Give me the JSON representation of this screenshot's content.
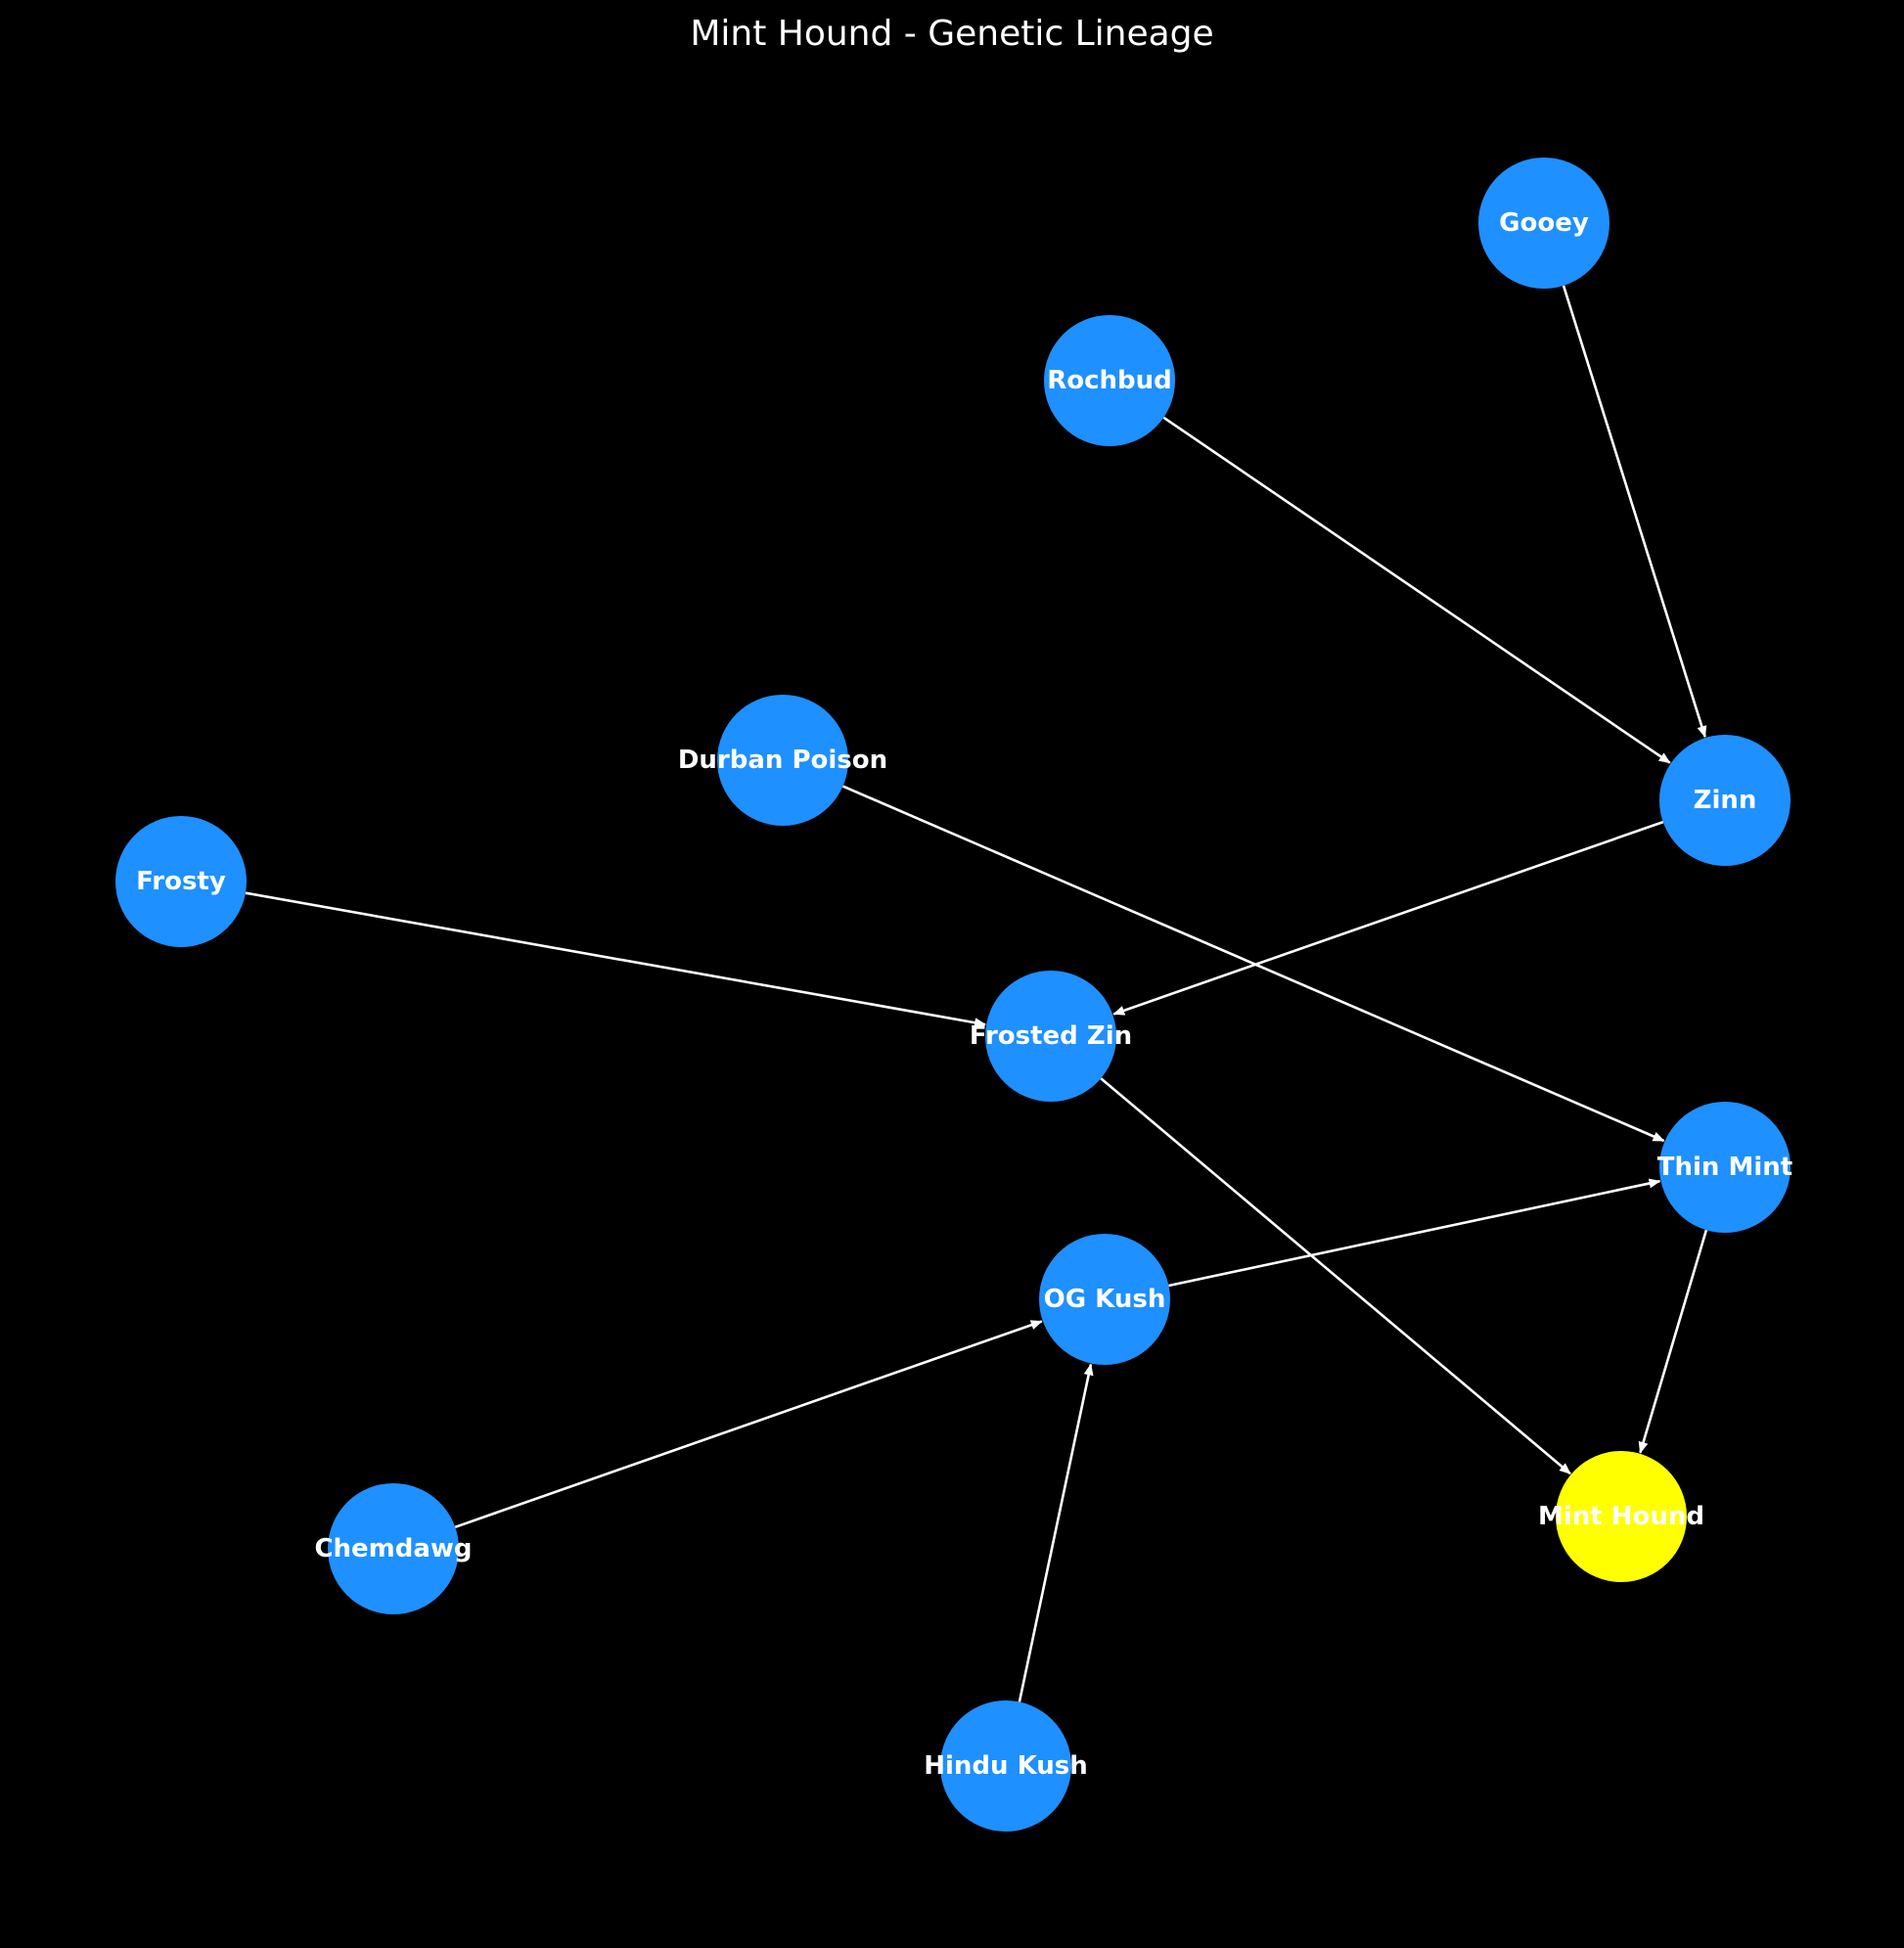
{
  "title": "Mint Hound - Genetic Lineage",
  "colors": {
    "background": "#000000",
    "node": "#1E90FF",
    "target_node": "#FFFF00",
    "edge": "#FFFFFF",
    "text": "#FFFFFF"
  },
  "nodes": [
    {
      "id": "gooey",
      "label": "Gooey"
    },
    {
      "id": "rochbud",
      "label": "Rochbud"
    },
    {
      "id": "durban",
      "label": "Durban Poison"
    },
    {
      "id": "zinn",
      "label": "Zinn"
    },
    {
      "id": "frosty",
      "label": "Frosty"
    },
    {
      "id": "frostedzin",
      "label": "Frosted Zin"
    },
    {
      "id": "thinmint",
      "label": "Thin Mint"
    },
    {
      "id": "ogkush",
      "label": "OG Kush"
    },
    {
      "id": "chemdawg",
      "label": "Chemdawg"
    },
    {
      "id": "minthound",
      "label": "Mint Hound",
      "highlight": true
    },
    {
      "id": "hindukush",
      "label": "Hindu Kush"
    }
  ],
  "edges": [
    {
      "from": "gooey",
      "to": "zinn"
    },
    {
      "from": "rochbud",
      "to": "zinn"
    },
    {
      "from": "zinn",
      "to": "frostedzin"
    },
    {
      "from": "frosty",
      "to": "frostedzin"
    },
    {
      "from": "durban",
      "to": "thinmint"
    },
    {
      "from": "frostedzin",
      "to": "minthound"
    },
    {
      "from": "ogkush",
      "to": "thinmint"
    },
    {
      "from": "thinmint",
      "to": "minthound"
    },
    {
      "from": "chemdawg",
      "to": "ogkush"
    },
    {
      "from": "hindukush",
      "to": "ogkush"
    }
  ]
}
